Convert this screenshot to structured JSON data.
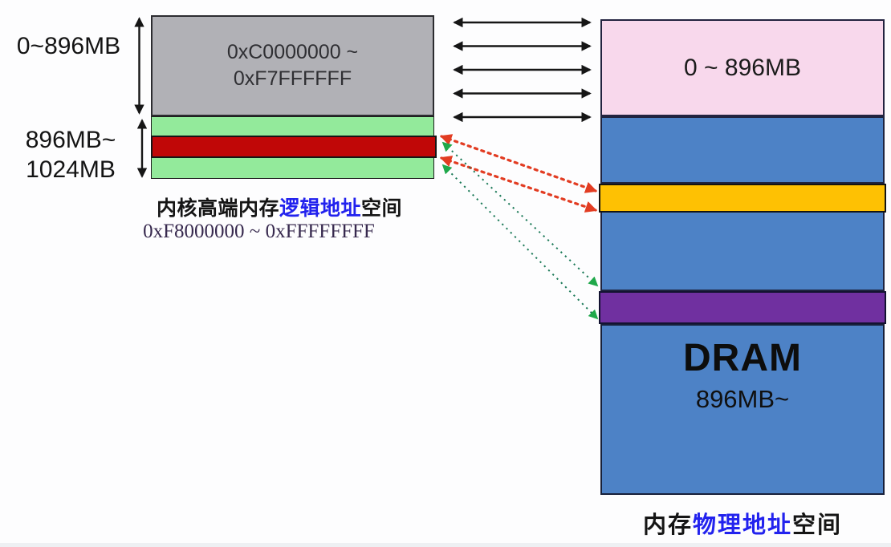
{
  "page": {
    "background": "#fdfdfe"
  },
  "left_diagram": {
    "range_label_top": "0~896MB",
    "range_label_mid_line1": "896MB~",
    "range_label_mid_line2": "1024MB",
    "mapped_box": {
      "address_line1": "0xC0000000 ~",
      "address_line2": "0xF7FFFFFF"
    },
    "caption": {
      "prefix": "内核高端内存",
      "highlight": "逻辑地址",
      "suffix": "空间",
      "address_range": "0xF8000000 ~ 0xFFFFFFFF"
    }
  },
  "right_diagram": {
    "low_memory_label": "0 ~ 896MB",
    "dram_title": "DRAM",
    "dram_subtitle": "896MB~",
    "caption": {
      "prefix": "内存",
      "highlight": "物理地址",
      "suffix": "空间"
    }
  },
  "colors": {
    "gray_box": "#b1b1b6",
    "green_band": "#93ea9b",
    "red_band": "#c00707",
    "pink_box": "#f8d8ec",
    "blue_box": "#4d82c6",
    "orange_band": "#fec103",
    "purple_band": "#7030a0",
    "highlight_text": "#2222ee",
    "arrow_black": "#161616",
    "dotted_red": "#e23c22",
    "dotted_green_line": "#1c7a58",
    "dotted_green_head": "#1fa84a"
  }
}
